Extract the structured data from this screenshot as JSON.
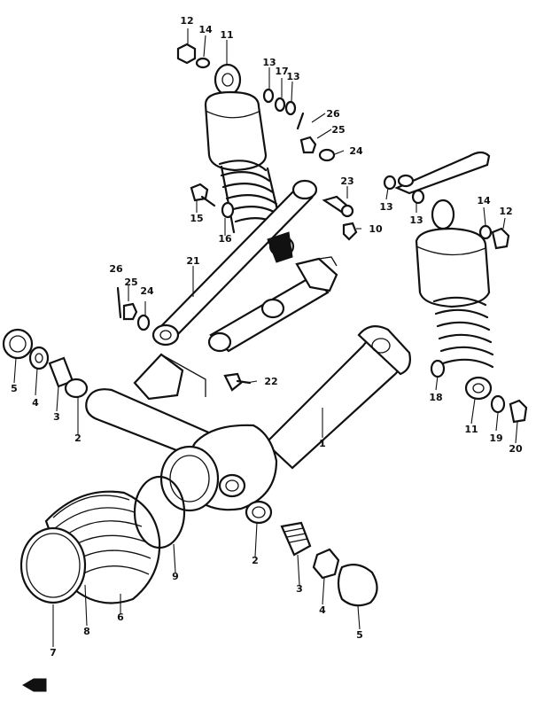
{
  "callouts": {
    "c1": "1",
    "c2a": "2",
    "c2b": "2",
    "c3a": "3",
    "c3b": "3",
    "c4a": "4",
    "c4b": "4",
    "c5a": "5",
    "c5b": "5",
    "c6": "6",
    "c7": "7",
    "c8": "8",
    "c9": "9",
    "c10": "10",
    "c11a": "11",
    "c11b": "11",
    "c12a": "12",
    "c12b": "12",
    "c13a": "13",
    "c13b": "13",
    "c13c": "13",
    "c13d": "13",
    "c14a": "14",
    "c14b": "14",
    "c15": "15",
    "c16": "16",
    "c17": "17",
    "c18": "18",
    "c19": "19",
    "c20": "20",
    "c21": "21",
    "c22": "22",
    "c23": "23",
    "c24a": "24",
    "c24b": "24",
    "c25a": "25",
    "c25b": "25",
    "c26a": "26",
    "c26b": "26"
  },
  "icons": {
    "front-arrow": "front-direction-arrow-icon"
  }
}
